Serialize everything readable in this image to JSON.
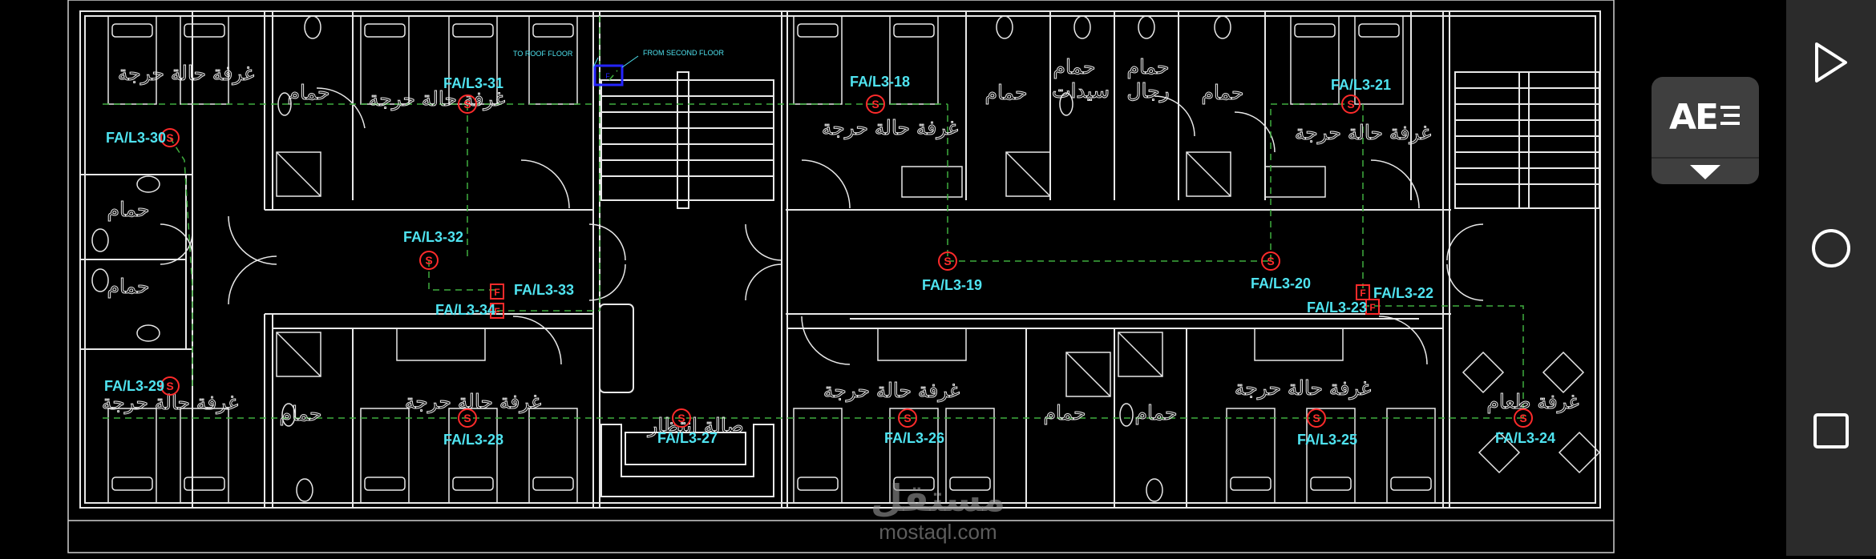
{
  "plan": {
    "device_labels": [
      {
        "id": "FA/L3-18"
      },
      {
        "id": "FA/L3-19"
      },
      {
        "id": "FA/L3-20"
      },
      {
        "id": "FA/L3-21"
      },
      {
        "id": "FA/L3-22"
      },
      {
        "id": "FA/L3-23"
      },
      {
        "id": "FA/L3-24"
      },
      {
        "id": "FA/L3-25"
      },
      {
        "id": "FA/L3-26"
      },
      {
        "id": "FA/L3-27"
      },
      {
        "id": "FA/L3-28"
      },
      {
        "id": "FA/L3-29"
      },
      {
        "id": "FA/L3-30"
      },
      {
        "id": "FA/L3-31"
      },
      {
        "id": "FA/L3-32"
      },
      {
        "id": "FA/L3-33"
      },
      {
        "id": "FA/L3-34"
      }
    ],
    "room_labels": {
      "critical_room": "غرفة حالة حرجة",
      "bathroom": "حمام",
      "womens_bath_1": "حمام",
      "womens_bath_2": "سيدات",
      "mens_bath_1": "حمام",
      "mens_bath_2": "رجال",
      "waiting_hall": "صالة انتظار",
      "dining_room": "غرفة طعام"
    },
    "riser_notes": {
      "to_roof": "TO ROOF FLOOR",
      "from_second": "FROM SECOND FLOOR"
    },
    "symbols": {
      "smoke_detector": "S",
      "fire_alarm": "F"
    },
    "colors": {
      "background": "#000000",
      "walls": "#e8e8e8",
      "device": "#ff2b2b",
      "label": "#4fe3f0",
      "wiring": "#3fae3f",
      "riser_box": "#2424ff"
    }
  },
  "watermark": {
    "logo": "مستقل",
    "url": "mostaql.com"
  },
  "toolbar": {
    "ae_button": "AE",
    "icons": {
      "popup": "text-size-icon",
      "dropdown": "triangle-down-icon",
      "back": "triangle-right-icon",
      "home": "circle-icon",
      "recents": "square-icon"
    }
  }
}
